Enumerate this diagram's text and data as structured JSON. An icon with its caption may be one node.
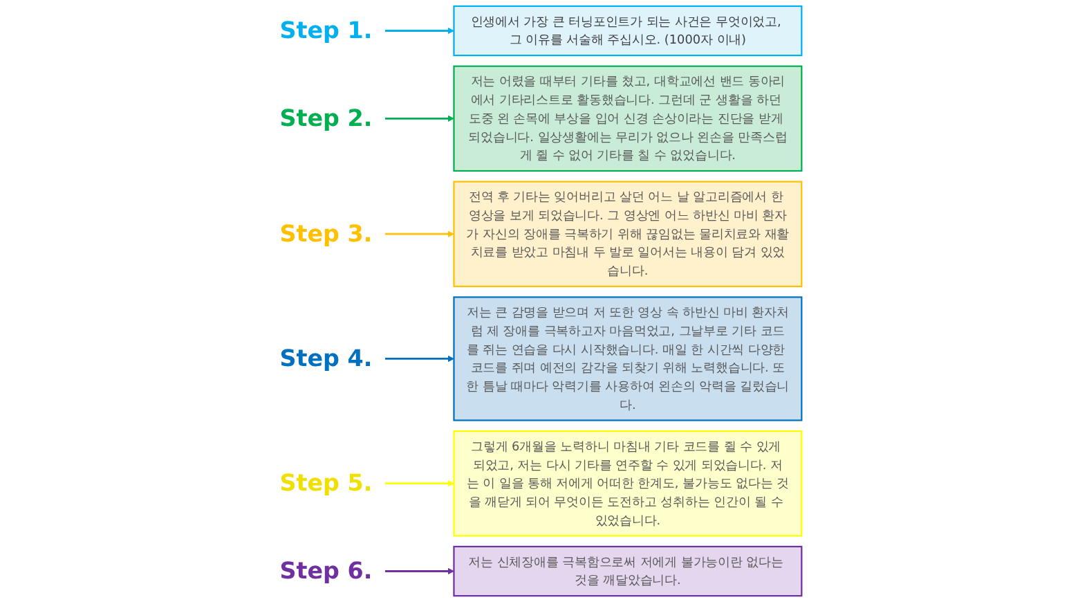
{
  "diagram": {
    "nodes": [
      {
        "text": [
          "Step 1."
        ]
      },
      {
        "text": [
          "Step 2."
        ]
      },
      {
        "text": [
          "Step 3."
        ]
      },
      {
        "text": [
          "Step 4."
        ]
      },
      {
        "text": [
          "Step 5."
        ]
      },
      {
        "text": [
          "Step 6."
        ]
      },
      {
        "text": [
          "인생에서 가장 큰 터닝포인트가 되는 사건은 무엇이었고, 그 이유를 서술해 주십시오. (1000자 이내)"
        ]
      },
      {
        "text": [
          "저는 신체장애를 극복함으로써 저에게 불가능이란 없다는 것을 깨달았습니다."
        ]
      },
      {
        "text": [
          "저는 어렸을 때부터 기타를 쳤고, 대학교에선 밴드 동아리에서 기타리스트로 활동했습니다. 그런데 군 생활을 하던 도중 왼 손목에 부상을 입어 신경 손상이라는 진단을 받게 되었습니다. 일상생활에는 무리가 없으나 왼손을 만족스럽게 쥘 수 없어 기타를 칠 수 없었습니다."
        ]
      },
      {
        "text": [
          "전역 후 기타는 잊어버리고 살던 어느 날 알고리즘에서 한 영상을 보게 되었습니다. 그 영상엔 어느 하반신 마비 환자가 자신의 장애를 극복하기 위해 끊임없는 물리치료와 재활치료를 받았고 마침내 두 발로 일어서는 내용이 담겨 있었습니다."
        ]
      },
      {
        "text": [
          "저는 큰 감명을 받으며 저 또한 영상 속 하반신 마비 환자처럼 제 장애를 극복하고자 마음먹었고, 그날부로 기타 코드를 쥐는 연습을 다시 시작했습니다. 매일 한 시간씩 다양한 코드를 쥐며 예전의 감각을 되찾기 위해 노력했습니다. 또한 틈날 때마다 악력기를 사용하여 왼손의 악력을 길렀습니다."
        ]
      },
      {
        "text": [
          "그렇게 6개월을 노력하니 마침내 기타 코드를 쥘 수 있게 되었고, 저는 다시 기타를 연주할 수 있게 되었습니다. 저는 이 일을 통해 저에게 어떠한 한계도, 불가능도 없다는 것을 깨닫게 되어 무엇이든 도전하고 성취하는 인간이 될 수 있었습니다."
        ]
      }
    ],
    "edges": [
      {
        "from": 0,
        "to": 6,
        "arrow": "to",
        "color": "#00b0f0"
      },
      {
        "from": 1,
        "to": 8,
        "arrow": "to",
        "color": "#00b050"
      },
      {
        "from": 2,
        "to": 9,
        "arrow": "to",
        "color": "#ffc000"
      },
      {
        "from": 3,
        "to": 10,
        "arrow": "to",
        "color": "#0070c0"
      },
      {
        "from": 4,
        "to": 11,
        "arrow": "to",
        "color": "#ffff00"
      },
      {
        "from": 5,
        "to": 7,
        "arrow": "to",
        "color": "#7030a0"
      }
    ]
  }
}
